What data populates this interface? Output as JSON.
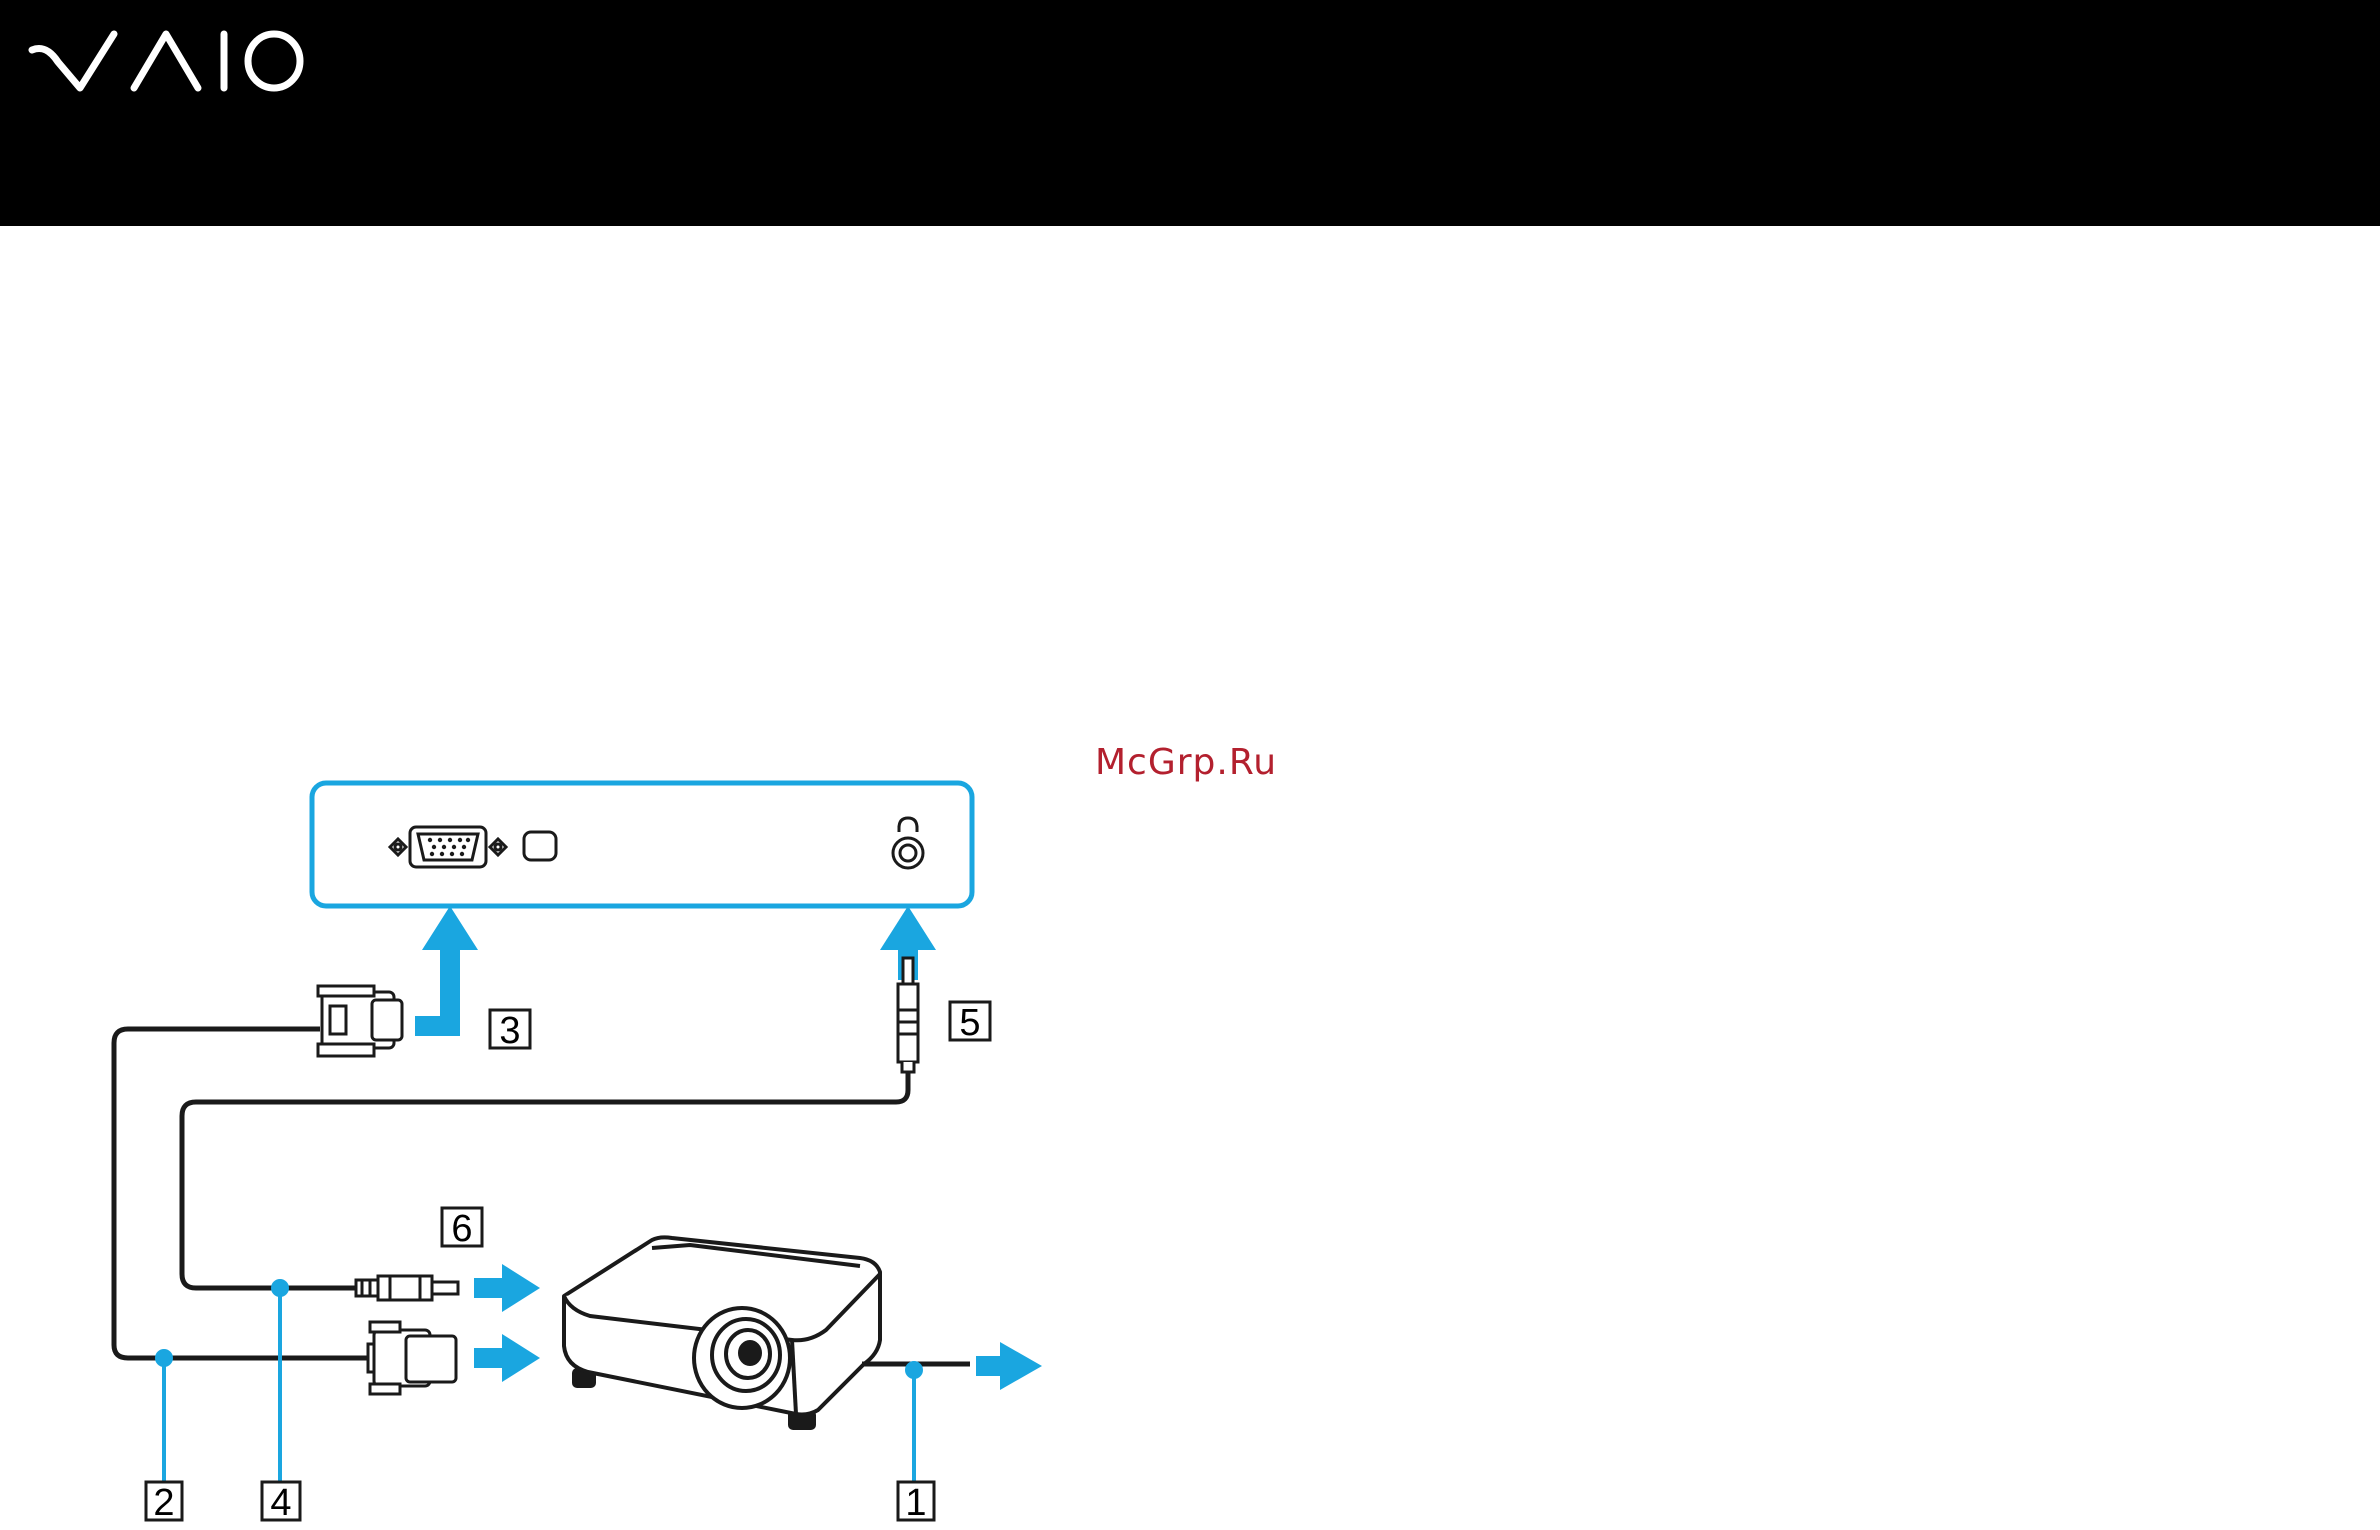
{
  "header": {
    "logo_text": "VAIO",
    "logo_icon": "vaio-logo"
  },
  "watermark": {
    "text": "McGrp.Ru",
    "color": "#b3202e"
  },
  "colors": {
    "accent_blue": "#1aa6e0",
    "arrow_blue": "#1aa6e0",
    "cable": "#1a1a1a"
  },
  "diagram": {
    "callouts": [
      {
        "id": "1",
        "label": "1"
      },
      {
        "id": "2",
        "label": "2"
      },
      {
        "id": "3",
        "label": "3"
      },
      {
        "id": "4",
        "label": "4"
      },
      {
        "id": "5",
        "label": "5"
      },
      {
        "id": "6",
        "label": "6"
      }
    ],
    "parts": {
      "computer_panel": "computer-port-panel",
      "monitor_port": "vga-monitor-port-icon",
      "headphone_jack": "headphone-jack-icon",
      "projector": "projector-icon",
      "display_cable": "display-cable",
      "audio_cable": "audio-cable",
      "power_cord": "power-cord"
    }
  }
}
